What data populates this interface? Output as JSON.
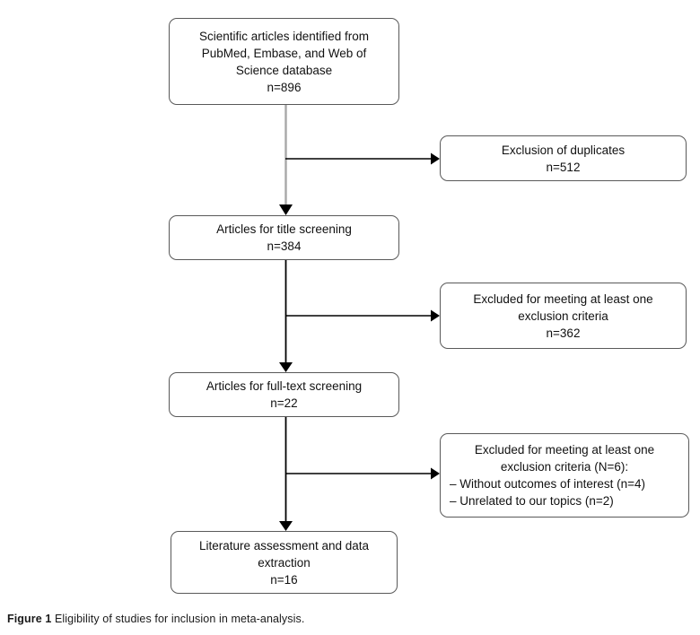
{
  "figure": {
    "caption_label": "Figure 1",
    "caption_text": " Eligibility of studies for inclusion in meta-analysis."
  },
  "colors": {
    "box_border": "#595959",
    "line_black": "#000000",
    "line_gray": "#a8a8a8",
    "text": "#111111",
    "bg": "#ffffff"
  },
  "flowchart": {
    "boxes": {
      "identified": {
        "label": "Scientific articles identified from PubMed, Embase, and Web of Science database",
        "count": "n=896"
      },
      "duplicates": {
        "label": "Exclusion of duplicates",
        "count": "n=512"
      },
      "title_screening": {
        "label": "Articles for title screening",
        "count": "n=384"
      },
      "excluded_title": {
        "label": "Excluded for meeting at least one exclusion criteria",
        "count": "n=362"
      },
      "fulltext_screening": {
        "label": "Articles for full-text screening",
        "count": "n=22"
      },
      "excluded_fulltext": {
        "label": "Excluded for meeting at least one exclusion criteria (N=6):",
        "items": [
          "– Without outcomes of interest (n=4)",
          "– Unrelated to our topics (n=2)"
        ]
      },
      "assessment": {
        "label": "Literature assessment and data extraction",
        "count": "n=16"
      }
    }
  }
}
